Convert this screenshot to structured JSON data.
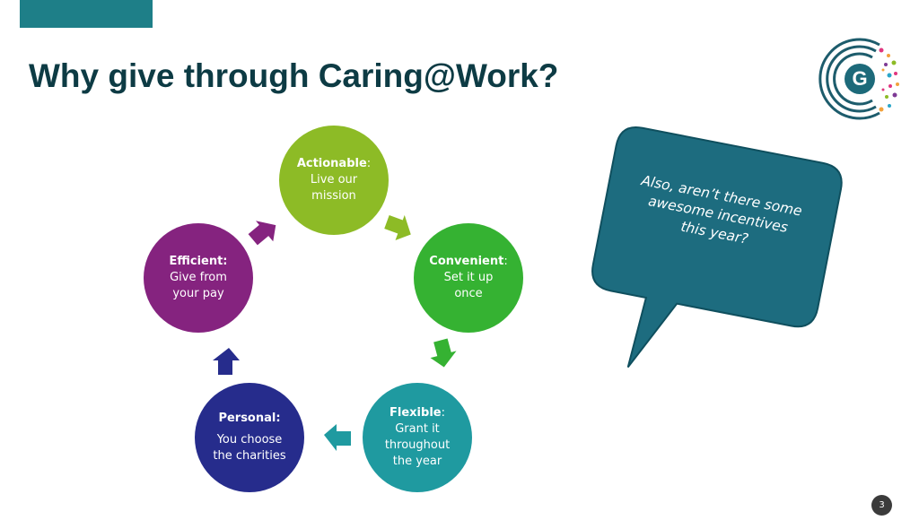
{
  "slide": {
    "title": "Why give through Caring@Work?",
    "page_number": "3",
    "logo_letter": "G"
  },
  "cycle": [
    {
      "heading": "Actionable",
      "heading_suffix": ":",
      "lines": [
        "Live our",
        "mission"
      ],
      "color": "#8dbb26"
    },
    {
      "heading": "Convenient",
      "heading_suffix": ":",
      "lines": [
        "Set it up",
        "once"
      ],
      "color": "#35b232"
    },
    {
      "heading": "Flexible",
      "heading_suffix": ":",
      "lines": [
        "Grant it",
        "throughout",
        "the year"
      ],
      "color": "#1f9aa0"
    },
    {
      "heading": "Personal:",
      "heading_suffix": "",
      "lines": [
        "You choose",
        "the charities"
      ],
      "color": "#262c8c"
    },
    {
      "heading": "Efficient:",
      "heading_suffix": "",
      "lines": [
        "Give from",
        "your pay"
      ],
      "color": "#85237f"
    }
  ],
  "callout": {
    "lines": [
      "Also, aren’t there some",
      "awesome incentives",
      "this year?"
    ],
    "color": "#1d6c7f"
  },
  "colors": {
    "topbar": "#1e7f88",
    "title": "#0d3b44",
    "arrow_1": "#8dbb26",
    "arrow_2": "#35b232",
    "arrow_3": "#1f9aa0",
    "arrow_4": "#262c8c",
    "arrow_5": "#85237f"
  }
}
